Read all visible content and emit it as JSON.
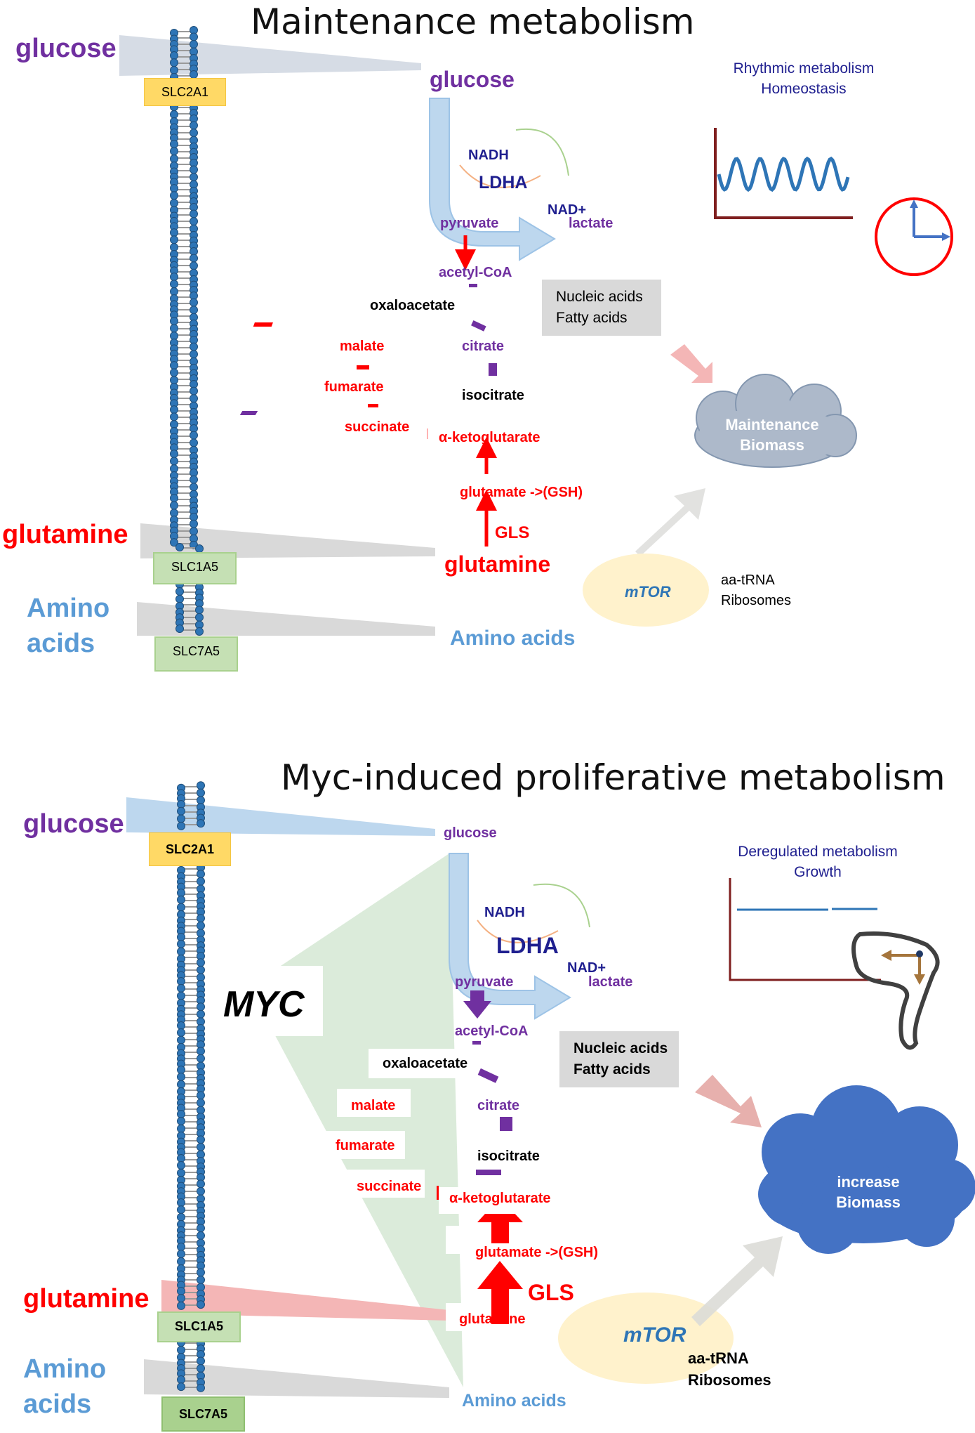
{
  "panel1": {
    "title": "Maintenance metabolism",
    "outer_glucose": "glucose",
    "outer_glutamine": "glutamine",
    "outer_amino_line1": "Amino",
    "outer_amino_line2": "acids",
    "slc2a1": "SLC2A1",
    "slc1a5": "SLC1A5",
    "slc7a5": "SLC7A5",
    "glucose": "glucose",
    "nadh": "NADH",
    "ldha": "LDHA",
    "nad": "NAD+",
    "pyruvate": "pyruvate",
    "lactate": "lactate",
    "acetyl_coa": "acetyl-CoA",
    "oxaloacetate": "oxaloacetate",
    "citrate": "citrate",
    "malate": "malate",
    "isocitrate": "isocitrate",
    "fumarate": "fumarate",
    "succinate": "succinate",
    "akg": "α-ketoglutarate",
    "glutamate": "glutamate ->(GSH)",
    "gls": "GLS",
    "glutamine": "glutamine",
    "amino_acids": "Amino acids",
    "nucleic_acids": "Nucleic acids",
    "fatty_acids": "Fatty acids",
    "rhythm_line1": "Rhythmic metabolism",
    "rhythm_line2": "Homeostasis",
    "biomass_line1": "Maintenance",
    "biomass_line2": "Biomass",
    "mtor": "mTOR",
    "aa_trna": "aa-tRNA",
    "ribosomes": "Ribosomes"
  },
  "panel2": {
    "title": "Myc-induced proliferative metabolism",
    "outer_glucose": "glucose",
    "outer_glutamine": "glutamine",
    "outer_amino_line1": "Amino",
    "outer_amino_line2": "acids",
    "slc2a1": "SLC2A1",
    "slc1a5": "SLC1A5",
    "slc7a5": "SLC7A5",
    "glucose": "glucose",
    "myc": "MYC",
    "nadh": "NADH",
    "ldha": "LDHA",
    "nad": "NAD+",
    "pyruvate": "pyruvate",
    "lactate": "lactate",
    "acetyl_coa": "acetyl-CoA",
    "oxaloacetate": "oxaloacetate",
    "citrate": "citrate",
    "malate": "malate",
    "isocitrate": "isocitrate",
    "fumarate": "fumarate",
    "succinate": "succinate",
    "akg": "α-ketoglutarate",
    "glutamate": "glutamate ->(GSH)",
    "gls": "GLS",
    "glutamine": "glutamine",
    "amino_acids": "Amino acids",
    "nucleic_acids": "Nucleic acids",
    "fatty_acids": "Fatty acids",
    "dereg_line1": "Deregulated metabolism",
    "dereg_line2": "Growth",
    "biomass_line1": "increase",
    "biomass_line2": "Biomass",
    "mtor": "mTOR",
    "aa_trna": "aa-tRNA",
    "ribosomes": "Ribosomes"
  },
  "colors": {
    "purple": "#7030a0",
    "red": "#ff0000",
    "light_blue": "#5b9bd5",
    "navy": "#1f1f8f",
    "transporter_yellow": "#ffd966",
    "transporter_green": "#c5e0b4",
    "cloud_grey": "#adb9ca",
    "cloud_blue": "#4472c4",
    "myc_green": "#d5e8d4",
    "mtor_yellow": "#fff2cc"
  },
  "icons": [
    "membrane-helix-icon",
    "clock-icon",
    "sine-wave-icon",
    "cell-outline-icon",
    "arrow-icon",
    "cloud-icon"
  ]
}
